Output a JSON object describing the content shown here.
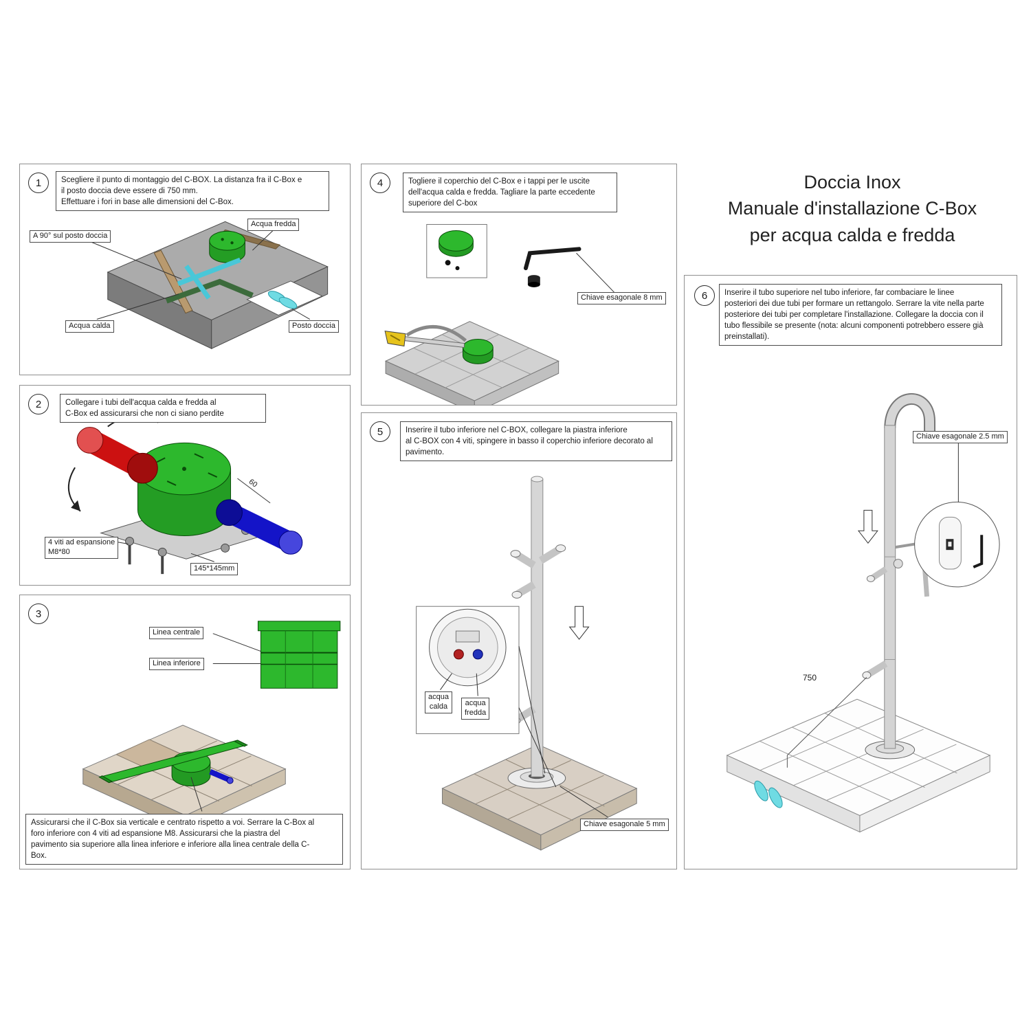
{
  "title": {
    "line1": "Doccia Inox",
    "line2": "Manuale d'installazione C-Box",
    "line3": "per acqua calda e fredda"
  },
  "steps": {
    "s1": {
      "number": "1",
      "instruction": "Scegliere il punto di montaggio del C-BOX. La distanza fra il C-Box e\nil posto doccia deve essere di 750 mm.\nEffettuare i fori in base alle dimensioni del C-Box.",
      "labels": {
        "acqua_fredda": "Acqua fredda",
        "angolo": "A 90° sul posto doccia",
        "acqua_calda": "Acqua calda",
        "posto_doccia": "Posto doccia"
      }
    },
    "s2": {
      "number": "2",
      "instruction": "Collegare i tubi dell'acqua calda e fredda al\nC-Box ed assicurarsi che non ci siano perdite",
      "labels": {
        "viti": "4 viti ad espansione\nM8*80",
        "dim_box": "145*145mm",
        "dim_60": "60"
      }
    },
    "s3": {
      "number": "3",
      "instruction": "Assicurarsi che il C-Box sia verticale e centrato rispetto a voi. Serrare la C-Box al\nforo inferiore con 4 viti ad espansione M8. Assicurarsi che la piastra del\npavimento sia superiore alla linea inferiore e inferiore alla linea centrale della C-\nBox.",
      "labels": {
        "linea_centrale": "Linea centrale",
        "linea_inferiore": "Linea inferiore"
      }
    },
    "s4": {
      "number": "4",
      "instruction": "Togliere il coperchio del C-Box e i tappi per le uscite\ndell'acqua calda e fredda. Tagliare la parte eccedente\nsuperiore del C-box",
      "labels": {
        "chiave": "Chiave esagonale 8 mm"
      }
    },
    "s5": {
      "number": "5",
      "instruction": "Inserire il tubo inferiore nel C-BOX, collegare la piastra inferiore\nal C-BOX con 4 viti, spingere in basso il coperchio inferiore decorato al\npavimento.",
      "labels": {
        "acqua_calda": "acqua\ncalda",
        "acqua_fredda": "acqua\nfredda",
        "chiave": "Chiave esagonale 5 mm"
      }
    },
    "s6": {
      "number": "6",
      "instruction": "Inserire il tubo superiore nel tubo inferiore, far combaciare le linee\nposteriori dei due tubi per formare un rettangolo. Serrare la vite nella parte\nposteriore dei tubi per completare l'installazione. Collegare la doccia con il\ntubo flessibile se presente (nota: alcuni componenti potrebbero essere già\npreinstallati).",
      "labels": {
        "chiave": "Chiave esagonale 2.5 mm",
        "dim_750": "750"
      }
    }
  },
  "colors": {
    "cbox_green": "#2db82d",
    "cbox_green_dark": "#249d24",
    "hot_red": "#cc1111",
    "cold_blue": "#1414c8",
    "cyan": "#6fdbe3"
  }
}
